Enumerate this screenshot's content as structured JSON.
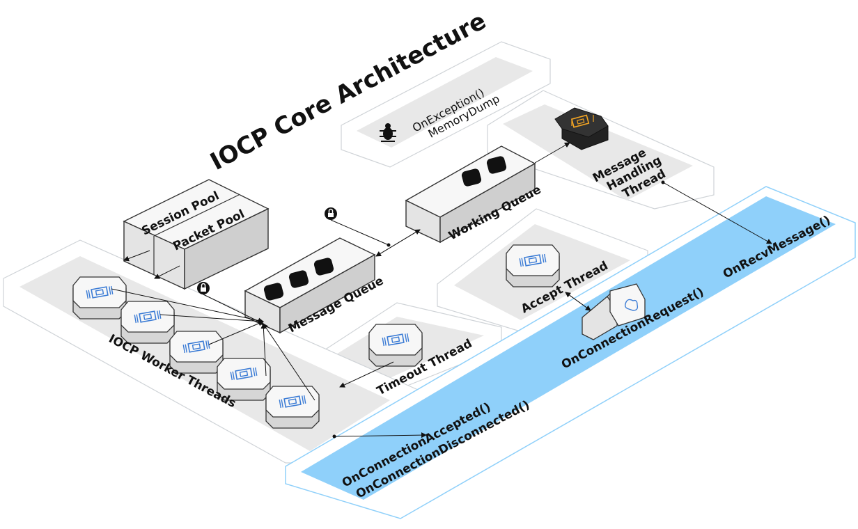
{
  "title": "IOCP Core Architecture",
  "exception": {
    "line1": "OnException()",
    "line2": "MemoryDump"
  },
  "message_thread": {
    "line1": "Message",
    "line2": "Handling",
    "line3": "Thread"
  },
  "pools": {
    "session": "Session Pool",
    "packet": "Packet Pool"
  },
  "queues": {
    "message": "Message Queue",
    "working": "Working Queue"
  },
  "threads": {
    "accept": "Accept Thread",
    "timeout": "Timeout Thread",
    "workers": "IOCP Worker Threads"
  },
  "callbacks": {
    "recv": "OnRecvMessage()",
    "request": "OnConnectionRequest()",
    "accepted": "OnConnectionAccepted()",
    "disconnected": "OnConnectionDisconnected()"
  },
  "colors": {
    "accent_blue": "#8fd0fa",
    "chip_orange": "#f5a623",
    "icon_blue": "#3a7bd5"
  },
  "icons": [
    "bug-icon",
    "lock-icon",
    "cpu-chip-icon",
    "gateway-icon",
    "cloud-icon"
  ]
}
